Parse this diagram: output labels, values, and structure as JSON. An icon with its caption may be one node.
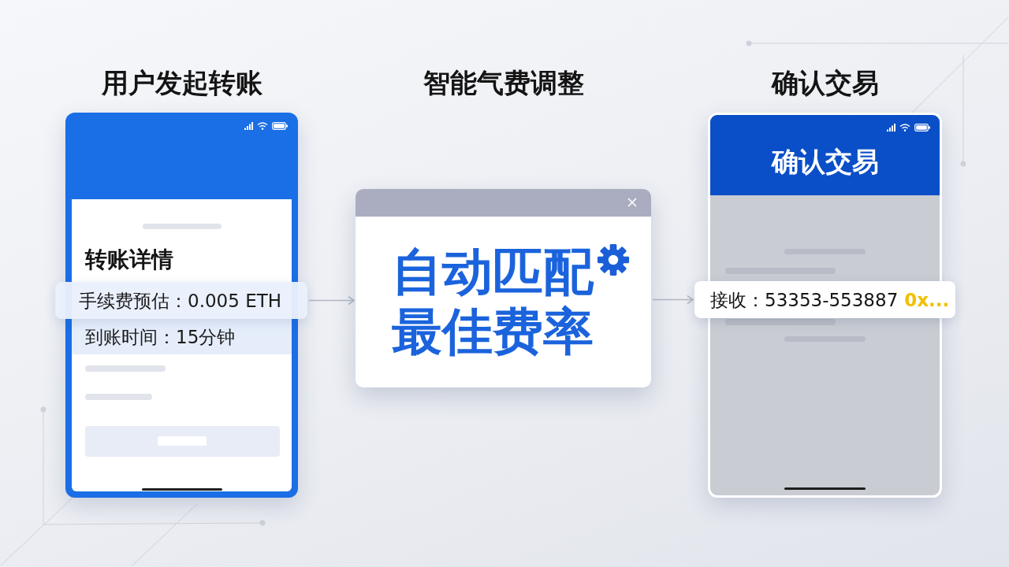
{
  "diagram": {
    "nodes": [
      {
        "text": [
          "用户发起转账",
          "转账详情"
        ]
      },
      {
        "text": [
          "手续费预估：0.005 ETH"
        ]
      },
      {
        "text": [
          "到账时间：15分钟"
        ],
        "in": 0
      },
      {
        "text": [
          "智能气费调整",
          "自动匹配最佳费率"
        ]
      },
      {
        "text": [
          "确认交易",
          "确认交易"
        ]
      },
      {
        "text": [
          "接收：53353-553887",
          "0x..."
        ]
      }
    ],
    "edges": [
      {
        "from": 1,
        "to": 3,
        "arrow": "to"
      },
      {
        "from": 3,
        "to": 5,
        "arrow": "to"
      }
    ]
  }
}
